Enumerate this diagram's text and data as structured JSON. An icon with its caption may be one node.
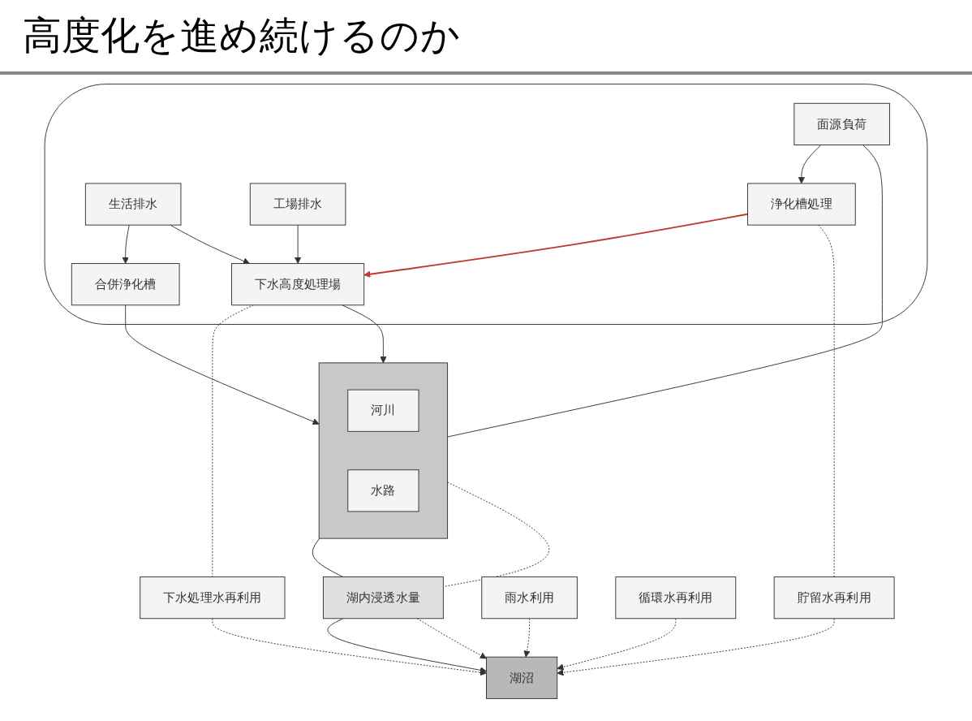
{
  "diagram": {
    "title": "高度化を進め続けるのか",
    "nodes": [
      {
        "text": [],
        "shape": "ellipse"
      },
      {
        "text": [
          "面源負荷"
        ],
        "in": 0
      },
      {
        "text": [
          "生活排水"
        ],
        "in": 0
      },
      {
        "text": [
          "工場排水"
        ],
        "in": 0
      },
      {
        "text": [
          "浄化槽処理"
        ],
        "in": 0
      },
      {
        "text": [
          "合併浄化槽"
        ],
        "in": 0
      },
      {
        "text": [
          "下水高度処理場"
        ],
        "in": 0
      },
      {
        "text": [
          "貯留水再利用"
        ]
      },
      {
        "text": [
          "下水処理水再利用"
        ]
      },
      {
        "text": [
          "雨水利用"
        ]
      },
      {
        "text": [
          "循環水再利用"
        ]
      },
      {
        "text": [],
        "shape": "bar"
      },
      {
        "text": [
          "河川"
        ],
        "in": 11
      },
      {
        "text": [
          "水路"
        ],
        "in": 11
      },
      {
        "text": [
          "湖内浸透水量"
        ]
      },
      {
        "text": [
          "湖沼"
        ]
      }
    ],
    "edges": [
      {
        "from": 1,
        "to": 4,
        "arrow": "to"
      },
      {
        "from": 2,
        "to": 5,
        "arrow": "to"
      },
      {
        "from": 2,
        "to": 6,
        "arrow": "to"
      },
      {
        "from": 3,
        "to": 6,
        "arrow": "to"
      },
      {
        "from": 4,
        "to": 6,
        "arrow": "to",
        "color": "#c0392b"
      },
      {
        "from": 4,
        "to": 7,
        "arrow": "none",
        "style": "dashed"
      },
      {
        "from": 7,
        "to": 15,
        "arrow": "to",
        "style": "dashed"
      },
      {
        "from": 6,
        "to": 8,
        "arrow": "none",
        "style": "dashed"
      },
      {
        "from": 8,
        "to": 15,
        "arrow": "to",
        "style": "dashed"
      },
      {
        "from": 9,
        "to": 15,
        "arrow": "to",
        "style": "dashed"
      },
      {
        "from": 10,
        "to": 15,
        "arrow": "to",
        "style": "dashed"
      },
      {
        "from": 1,
        "to": 11,
        "arrow": "none"
      },
      {
        "from": 5,
        "to": 11,
        "arrow": "to"
      },
      {
        "from": 6,
        "to": 11,
        "arrow": "to"
      },
      {
        "from": 11,
        "to": 14,
        "arrow": "none"
      },
      {
        "from": 14,
        "to": 15,
        "arrow": "to"
      },
      {
        "from": 11,
        "to": 14,
        "arrow": "none",
        "style": "dashed"
      },
      {
        "from": 14,
        "to": 15,
        "arrow": "to",
        "style": "dashed"
      }
    ]
  }
}
